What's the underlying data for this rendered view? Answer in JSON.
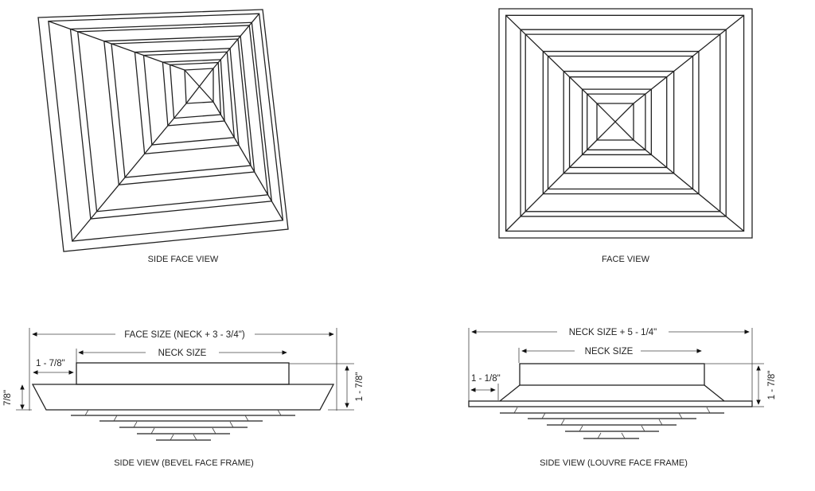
{
  "views": {
    "side_face_view": "SIDE FACE VIEW",
    "face_view": "FACE VIEW",
    "bevel_side_view": "SIDE VIEW (BEVEL FACE FRAME)",
    "louvre_side_view": "SIDE VIEW (LOUVRE FACE FRAME)"
  },
  "bevel_dims": {
    "face_size": "FACE SIZE (NECK + 3 - 3/4\")",
    "neck_size": "NECK SIZE",
    "offset": "1 - 7/8\"",
    "frame_height": "7/8\"",
    "total_height": "1 - 7/8\""
  },
  "louvre_dims": {
    "overall": "NECK SIZE + 5 - 1/4\"",
    "neck_size": "NECK SIZE",
    "offset": "1 - 1/8\"",
    "total_height": "1 - 7/8\""
  }
}
